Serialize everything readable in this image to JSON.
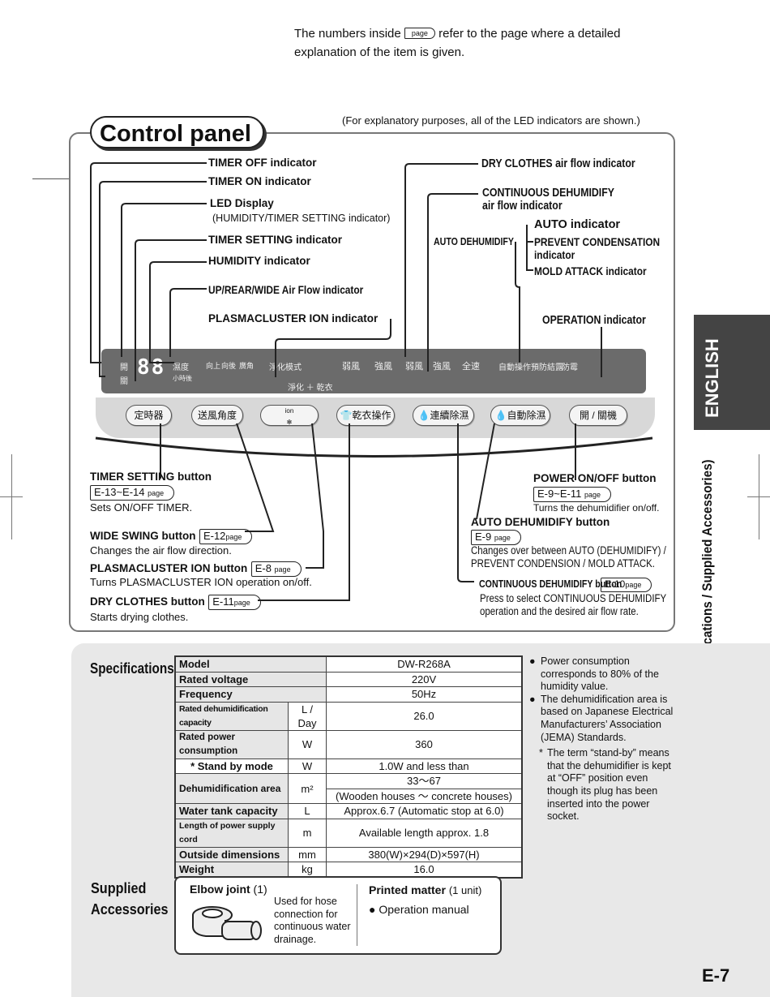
{
  "intro": {
    "before": "The numbers inside",
    "page_tag": "page",
    "after": "refer to the page where a detailed explanation of the item is given."
  },
  "top_note": "(For explanatory purposes, all of the LED indicators are shown.)",
  "panel_title": "Control panel",
  "indicators_left": {
    "timer_off": "TIMER OFF indicator",
    "timer_on": "TIMER ON indicator",
    "led": "LED Display",
    "led_sub": "(HUMIDITY/TIMER SETTING indicator)",
    "timer_setting": "TIMER SETTING indicator",
    "humidity": "HUMIDITY indicator",
    "airflow": "UP/REAR/WIDE Air Flow indicator",
    "plasma": "PLASMACLUSTER ION indicator"
  },
  "indicators_right": {
    "dry_clothes": "DRY CLOTHES air flow indicator",
    "continuous_1": "CONTINUOUS DEHUMIDIFY",
    "continuous_2": "air flow indicator",
    "auto_dehum": "AUTO DEHUMIDIFY",
    "auto": "AUTO indicator",
    "prevent_1": "PREVENT CONDENSATION",
    "prevent_2": "indicator",
    "mold": "MOLD ATTACK indicator",
    "operation": "OPERATION indicator"
  },
  "panel_text": {
    "off": "開",
    "on": "關",
    "digits": "88",
    "humidity": "濕度",
    "timer": "小時後",
    "up": "向上",
    "rear": "向後",
    "wide": "廣角",
    "purify": "淨化模式",
    "weak1": "弱風",
    "strong1": "強風",
    "purify_dry": "淨化 ＋ 乾衣",
    "weak2": "弱風",
    "strong2": "強風",
    "full": "全速",
    "auto": "自動操作",
    "prevent": "預防結露",
    "mold": "防霉"
  },
  "buttons": [
    "定時器",
    "送風角度",
    "ion",
    "乾衣操作",
    "連續除濕",
    "自動除濕",
    "開 / 關機"
  ],
  "left_buttons": [
    {
      "name": "TIMER SETTING button",
      "ref": "E-13~E-14",
      "desc": "Sets ON/OFF TIMER."
    },
    {
      "name": "WIDE SWING button",
      "ref": "E-12",
      "desc": "Changes the air flow direction."
    },
    {
      "name": "PLASMACLUSTER ION button",
      "ref": "E-8",
      "desc": "Turns PLASMACLUSTER ION operation on/off."
    },
    {
      "name": "DRY CLOTHES button",
      "ref": "E-11",
      "desc": "Starts drying clothes."
    }
  ],
  "right_buttons": [
    {
      "name": "POWER ON/OFF button",
      "ref": "E-9~E-11",
      "desc": "Turns the dehumidifier on/off."
    },
    {
      "name": "AUTO DEHUMIDIFY button",
      "ref": "E-9",
      "desc1": "Changes over between AUTO (DEHUMIDIFY) /",
      "desc2": "PREVENT CONDENSION / MOLD ATTACK."
    },
    {
      "name": "CONTINUOUS DEHUMIDIFY button",
      "ref": "E-10",
      "desc1": "Press to select CONTINUOUS DEHUMIDIFY",
      "desc2": "operation and the desired air flow rate."
    }
  ],
  "page_word": "page",
  "side": {
    "language": "ENGLISH",
    "section": "Part Names and Functions (Specifications / Supplied Accessories)"
  },
  "spec_heading": "Specifications",
  "specs": [
    {
      "k": "Model",
      "u": "",
      "v": "DW-R268A"
    },
    {
      "k": "Rated voltage",
      "u": "",
      "v": "220V"
    },
    {
      "k": "Frequency",
      "u": "",
      "v": "50Hz"
    },
    {
      "k": "Rated dehumidification capacity",
      "u": "L / Day",
      "v": "26.0"
    },
    {
      "k": "Rated power consumption",
      "u": "W",
      "v": "360"
    },
    {
      "k": "* Stand by mode",
      "u": "W",
      "v": "1.0W and less than"
    },
    {
      "k": "Dehumidification area",
      "u": "m²",
      "v": "33～67",
      "v2": "(Wooden houses ～ concrete houses)"
    },
    {
      "k": "Water tank capacity",
      "u": "L",
      "v": "Approx.6.7 (Automatic stop at 6.0)"
    },
    {
      "k": "Length of power supply cord",
      "u": "m",
      "v": "Available length approx. 1.8"
    },
    {
      "k": "Outside dimensions",
      "u": "mm",
      "v": "380(W)×294(D)×597(H)"
    },
    {
      "k": "Weight",
      "u": "kg",
      "v": "16.0"
    }
  ],
  "notes": {
    "n1": "Power consumption corresponds to 80% of the humidity value.",
    "n2": "The dehumidification area is based on Japanese Electrical Manufacturers’ Association (JEMA) Standards.",
    "n3": "The term “stand-by” means that the dehumidifier is kept at “OFF” position even though its plug has been inserted into the power socket."
  },
  "accessories": {
    "heading1": "Supplied",
    "heading2": "Accessories",
    "elbow": "Elbow joint",
    "elbow_qty": "(1)",
    "elbow_desc": "Used for hose connection for continuous water drainage.",
    "printed": "Printed matter",
    "printed_qty": "(1 unit)",
    "manual": "Operation manual"
  },
  "page_number": "E-7"
}
